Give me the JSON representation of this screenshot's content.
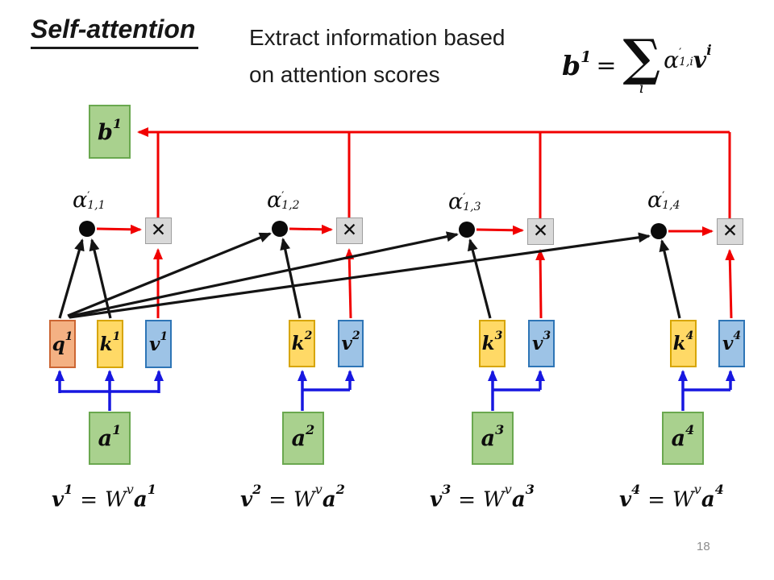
{
  "header": {
    "title": "Self-attention",
    "subtitle_line1": "Extract information based",
    "subtitle_line2": "on attention scores"
  },
  "sum_formula": {
    "lhs": "b",
    "lhs_sup": "1",
    "equals": "=",
    "sigma": "∑",
    "sigma_sub": "i",
    "alpha": "α",
    "alpha_prime": "′",
    "alpha_sub": "1,i",
    "v": "v",
    "v_sup": "i"
  },
  "diagram": {
    "b1": {
      "base": "b",
      "sup": "1"
    },
    "times": "✕",
    "alpha_labels": [
      {
        "alpha": "α",
        "prime": "′",
        "sub": "1,1"
      },
      {
        "alpha": "α",
        "prime": "′",
        "sub": "1,2"
      },
      {
        "alpha": "α",
        "prime": "′",
        "sub": "1,3"
      },
      {
        "alpha": "α",
        "prime": "′",
        "sub": "1,4"
      }
    ],
    "q1": {
      "base": "q",
      "sup": "1"
    },
    "k_boxes": [
      {
        "base": "k",
        "sup": "1"
      },
      {
        "base": "k",
        "sup": "2"
      },
      {
        "base": "k",
        "sup": "3"
      },
      {
        "base": "k",
        "sup": "4"
      }
    ],
    "v_boxes": [
      {
        "base": "v",
        "sup": "1"
      },
      {
        "base": "v",
        "sup": "2"
      },
      {
        "base": "v",
        "sup": "3"
      },
      {
        "base": "v",
        "sup": "4"
      }
    ],
    "a_boxes": [
      {
        "base": "a",
        "sup": "1"
      },
      {
        "base": "a",
        "sup": "2"
      },
      {
        "base": "a",
        "sup": "3"
      },
      {
        "base": "a",
        "sup": "4"
      }
    ]
  },
  "bottom_formulas": [
    {
      "lhs": "v",
      "lhs_sup": "1",
      "equals": "=",
      "w": "W",
      "w_sup": "v",
      "rhs": "a",
      "rhs_sup": "1"
    },
    {
      "lhs": "v",
      "lhs_sup": "2",
      "equals": "=",
      "w": "W",
      "w_sup": "v",
      "rhs": "a",
      "rhs_sup": "2"
    },
    {
      "lhs": "v",
      "lhs_sup": "3",
      "equals": "=",
      "w": "W",
      "w_sup": "v",
      "rhs": "a",
      "rhs_sup": "3"
    },
    {
      "lhs": "v",
      "lhs_sup": "4",
      "equals": "=",
      "w": "W",
      "w_sup": "v",
      "rhs": "a",
      "rhs_sup": "4"
    }
  ],
  "footer": {
    "page_number": "18"
  },
  "colors": {
    "red_line": "#f10000",
    "blue_line": "#1717e0",
    "black_line": "#141414",
    "green_fill": "#a9d18e",
    "green_border": "#6aa84f",
    "gold_fill": "#ffd966",
    "gold_border": "#d7a500",
    "blue_fill": "#9dc3e6",
    "blue_border": "#2e75b6",
    "salmon_fill": "#f4b183",
    "salmon_border": "#cc6633",
    "gray_fill": "#d9d9d9",
    "gray_border": "#9e9e9e"
  }
}
